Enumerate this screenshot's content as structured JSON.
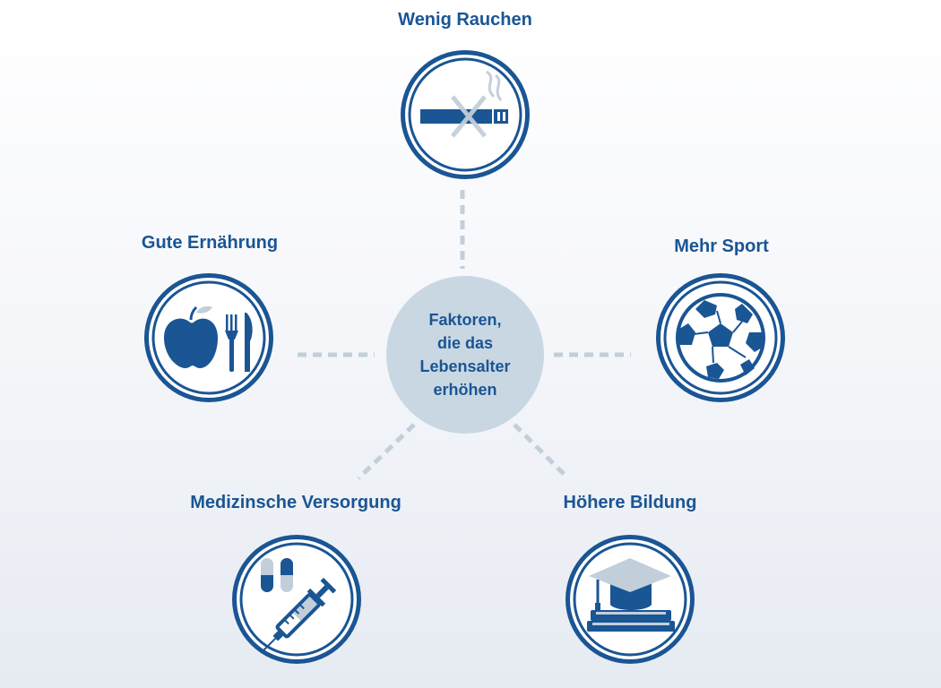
{
  "center": {
    "text": "Faktoren,\ndie das\nLebensalter\nerhöhen"
  },
  "factors": [
    {
      "label": "Wenig Rauchen",
      "icon": "no-smoking-icon"
    },
    {
      "label": "Gute Ernährung",
      "icon": "food-cutlery-icon"
    },
    {
      "label": "Mehr Sport",
      "icon": "soccer-ball-icon"
    },
    {
      "label": "Medizinsche Versorgung",
      "icon": "pills-syringe-icon"
    },
    {
      "label": "Höhere Bildung",
      "icon": "graduation-cap-books-icon"
    }
  ],
  "colors": {
    "primary": "#1a5594",
    "light": "#c9d7e3",
    "connector": "#c2cfdb"
  }
}
